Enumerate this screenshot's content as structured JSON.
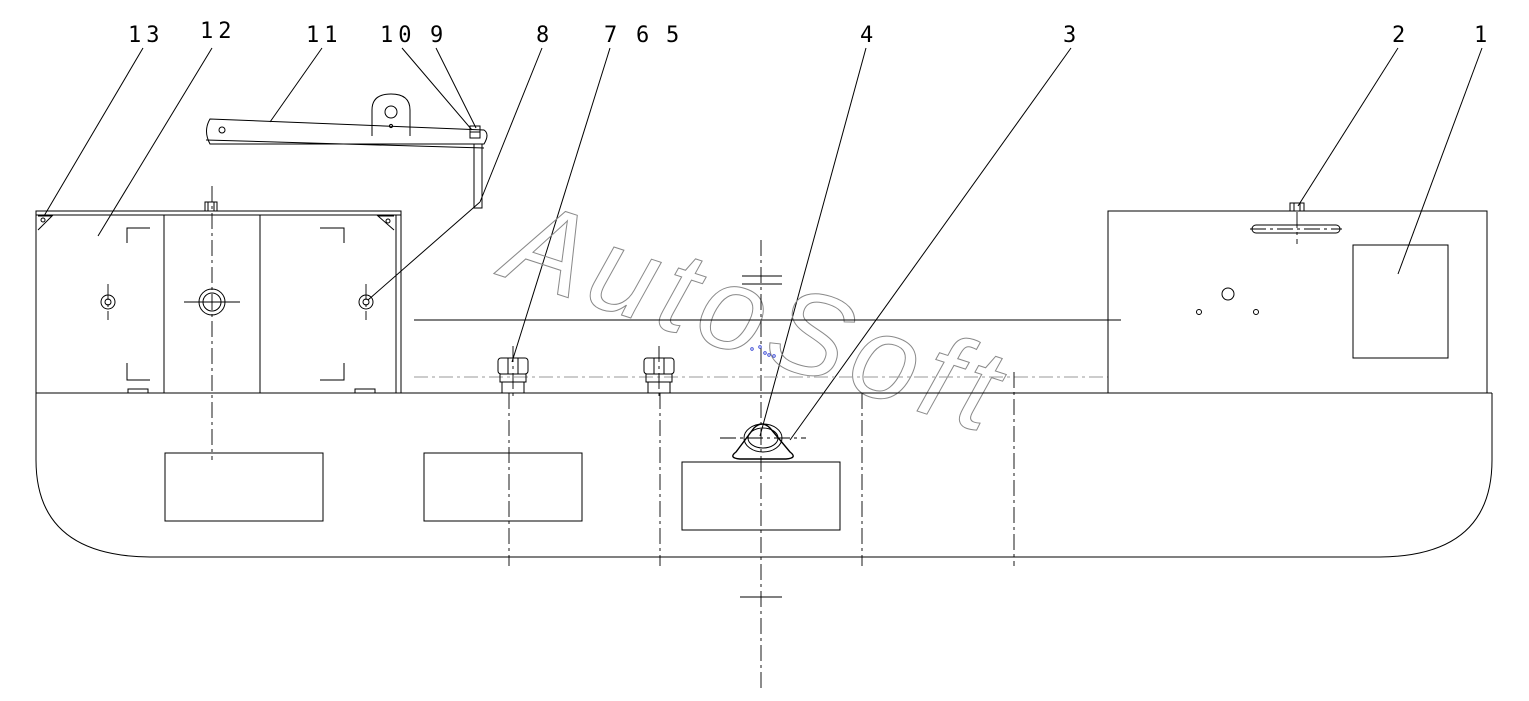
{
  "callouts": [
    {
      "id": "1",
      "label": "1"
    },
    {
      "id": "2",
      "label": "2"
    },
    {
      "id": "3",
      "label": "3"
    },
    {
      "id": "4",
      "label": "4"
    },
    {
      "id": "5",
      "label": "5"
    },
    {
      "id": "6",
      "label": "6"
    },
    {
      "id": "7",
      "label": "7"
    },
    {
      "id": "8",
      "label": "8"
    },
    {
      "id": "9",
      "label": "9"
    },
    {
      "id": "10",
      "label": "10"
    },
    {
      "id": "11",
      "label": "11"
    },
    {
      "id": "12",
      "label": "12"
    },
    {
      "id": "13",
      "label": "13"
    }
  ],
  "watermark": "AutoSoft",
  "colors": {
    "line": "#000000",
    "watermark": "#8a8a8a",
    "background": "#ffffff"
  }
}
